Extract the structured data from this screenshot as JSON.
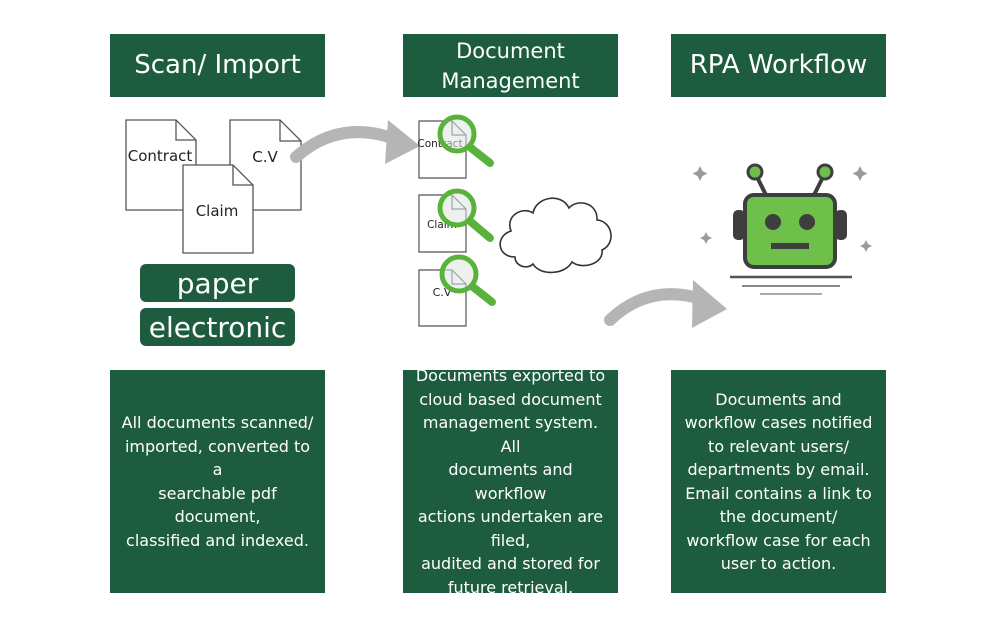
{
  "columns": [
    {
      "title": "Scan/ Import",
      "description": "All documents scanned/\nimported, converted to a\nsearchable pdf\ndocument,\nclassified and indexed."
    },
    {
      "title": "Document\nManagement",
      "description": "Documents exported to\ncloud based document\nmanagement system. All\ndocuments and workflow\nactions undertaken are\nfiled,\naudited and stored for\nfuture retrieval."
    },
    {
      "title": "RPA Workflow",
      "description": "Documents and\nworkflow cases notified\nto relevant users/\ndepartments by email.\nEmail contains a link to\nthe document/\nworkflow case for each\nuser to action."
    }
  ],
  "scan_documents": [
    "Contract",
    "C.V",
    "Claim"
  ],
  "formats": [
    "paper",
    "electronic"
  ],
  "managed_documents": [
    "Contract",
    "Claim",
    "C.V"
  ],
  "icons": [
    "document-icon",
    "magnifier-icon",
    "cloud-icon",
    "robot-icon",
    "arrow-icon",
    "sparkle-icon"
  ],
  "colors": {
    "primary": "#1e5c3f",
    "accent": "#59b33b",
    "arrow": "#b5b5b5"
  }
}
